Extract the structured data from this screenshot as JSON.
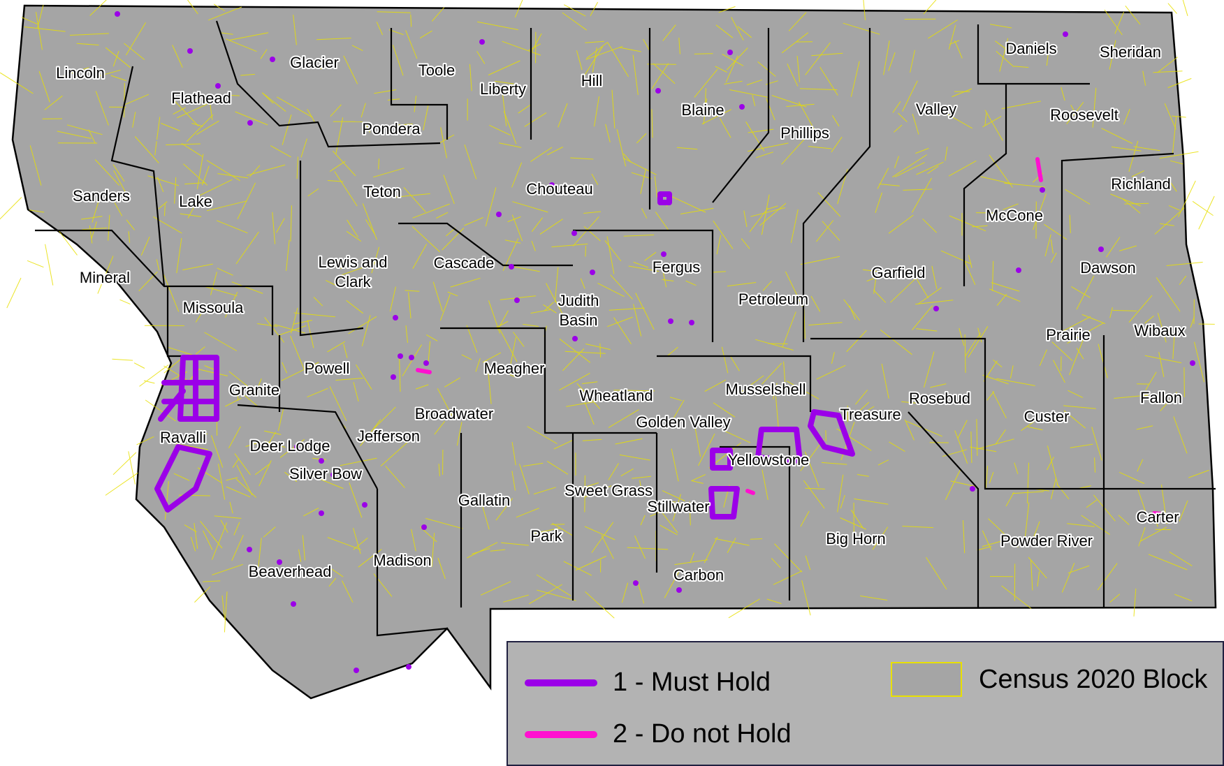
{
  "counties": [
    "Lincoln",
    "Flathead",
    "Glacier",
    "Toole",
    "Liberty",
    "Hill",
    "Blaine",
    "Phillips",
    "Valley",
    "Daniels",
    "Sheridan",
    "Roosevelt",
    "Pondera",
    "Sanders",
    "Lake",
    "Teton",
    "Chouteau",
    "Richland",
    "McCone",
    "Mineral",
    "Lewis and Clark",
    "Cascade",
    "Fergus",
    "Garfield",
    "Dawson",
    "Missoula",
    "Judith Basin",
    "Petroleum",
    "Prairie",
    "Wibaux",
    "Powell",
    "Meagher",
    "Granite",
    "Wheatland",
    "Musselshell",
    "Rosebud",
    "Fallon",
    "Broadwater",
    "Treasure",
    "Custer",
    "Ravalli",
    "Deer Lodge",
    "Jefferson",
    "Golden Valley",
    "Yellowstone",
    "Silver Bow",
    "Gallatin",
    "Sweet Grass",
    "Stillwater",
    "Carter",
    "Park",
    "Big Horn",
    "Powder River",
    "Madison",
    "Beaverhead",
    "Carbon"
  ],
  "legend": {
    "must_hold": {
      "label": "1 - Must Hold",
      "color": "#9b00e8"
    },
    "do_not_hold": {
      "label": "2 - Do not Hold",
      "color": "#ff10d0"
    },
    "census_block": {
      "label": "Census 2020 Block",
      "fill": "#a5a5a5",
      "outline": "#e8e000"
    }
  },
  "colors": {
    "land": "#a5a5a5",
    "roads": "#e8e000",
    "county_border": "#000000",
    "must_hold": "#9b00e8",
    "do_not_hold": "#ff10d0"
  }
}
